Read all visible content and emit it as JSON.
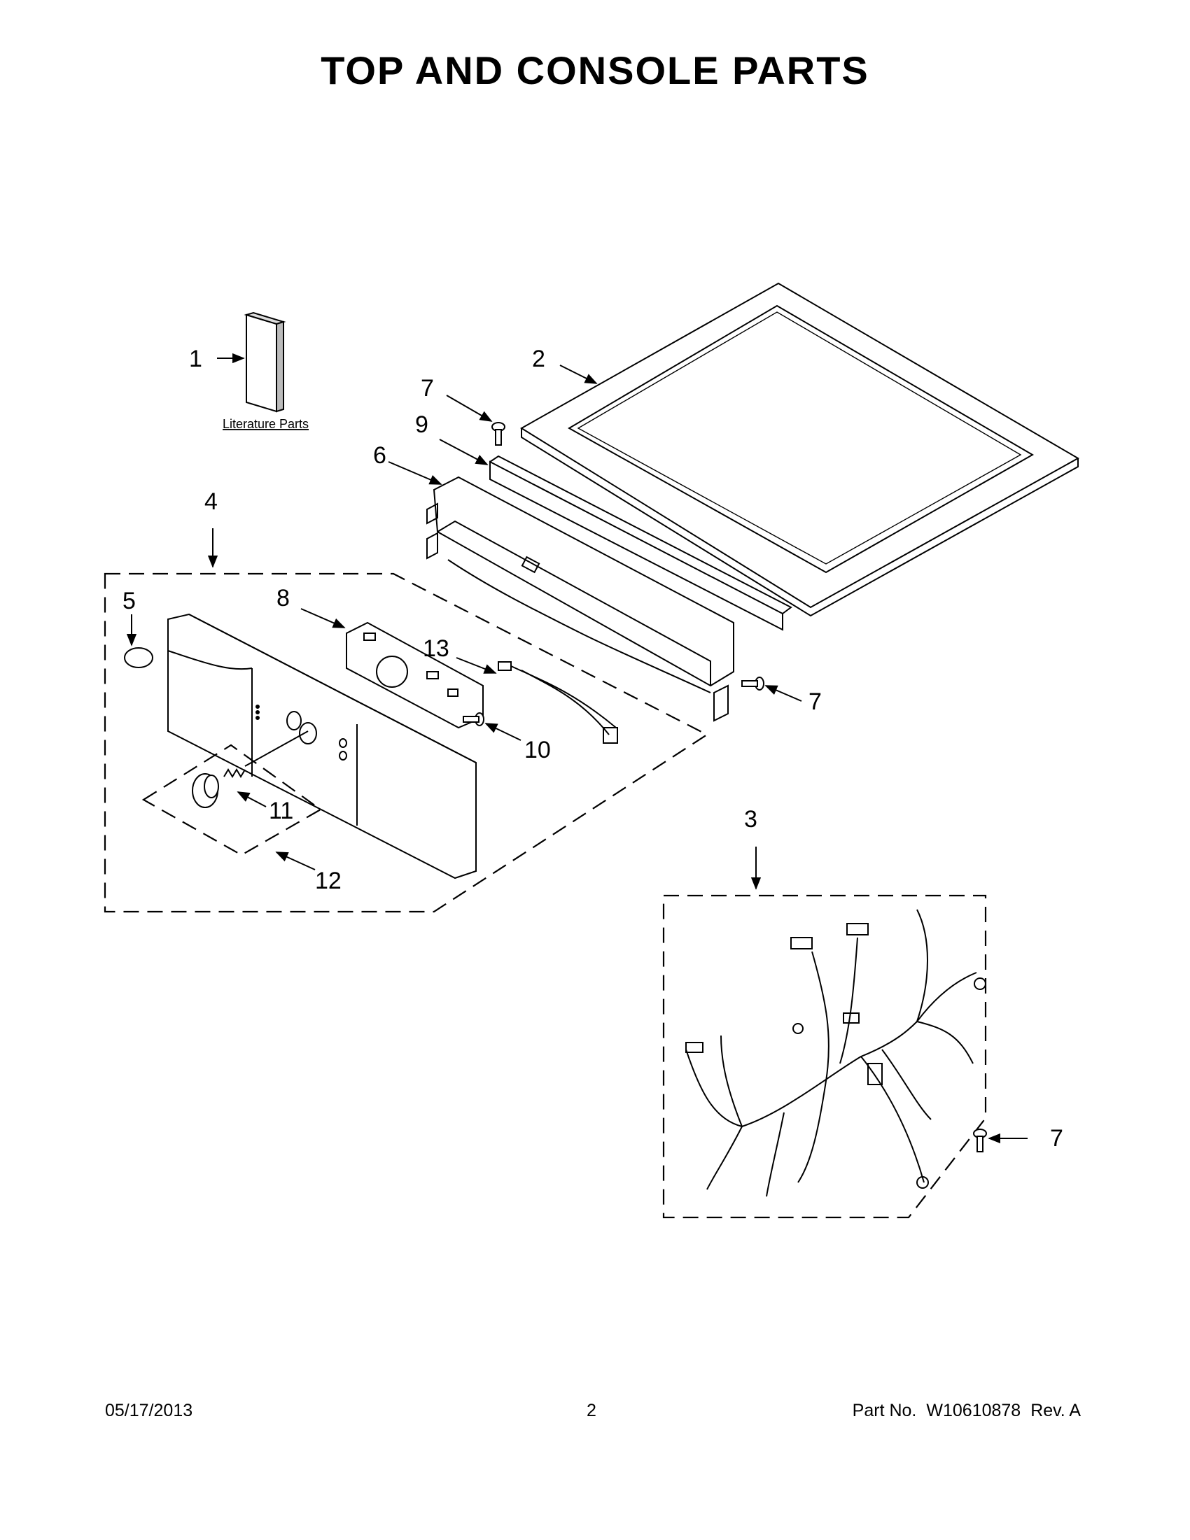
{
  "title": "TOP AND CONSOLE PARTS",
  "literature_label": "Literature Parts",
  "callouts": {
    "c1": "1",
    "c2": "2",
    "c3": "3",
    "c4": "4",
    "c5": "5",
    "c6": "6",
    "c7a": "7",
    "c7b": "7",
    "c7c": "7",
    "c8": "8",
    "c9": "9",
    "c10": "10",
    "c11": "11",
    "c12": "12",
    "c13": "13"
  },
  "footer": {
    "date": "05/17/2013",
    "page": "2",
    "part_prefix": "Part No.",
    "part_number": "W10610878",
    "revision": "Rev. A"
  }
}
